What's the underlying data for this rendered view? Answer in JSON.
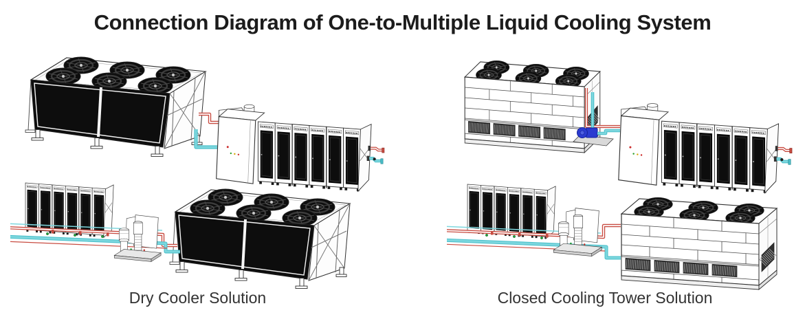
{
  "title": "Connection Diagram of One-to-Multiple Liquid Cooling System",
  "solutions": [
    {
      "label": "Dry Cooler Solution"
    },
    {
      "label": "Closed Cooling Tower Solution"
    }
  ],
  "colors": {
    "background": "#ffffff",
    "title_ink": "#1c1c1c",
    "caption_ink": "#333333",
    "line_ink": "#2f2f2f",
    "hot_pipe": "#c84b40",
    "cold_pipe": "#7ed7de",
    "cold_pipe_deep": "#4cc0cb",
    "pump_blue": "#2b3bd0",
    "panel_dark": "#0d0d0d"
  }
}
